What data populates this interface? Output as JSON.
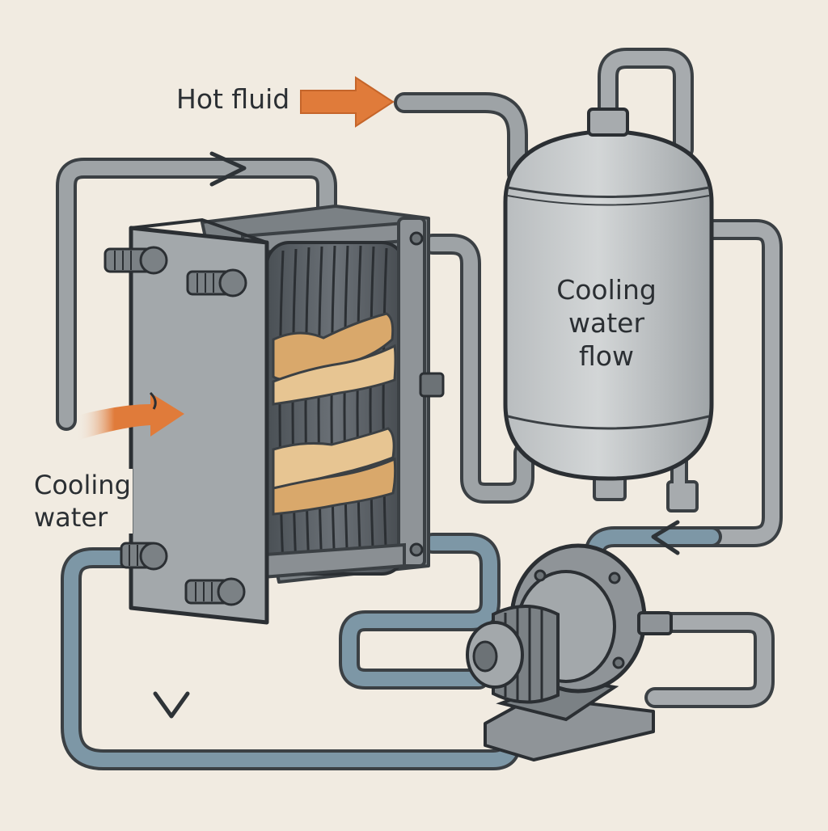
{
  "labels": {
    "hot_fluid": "Hot fluid",
    "cooling_water": [
      "Cooling",
      "water"
    ],
    "cooling_water_flow": [
      "Cooling",
      "water",
      "flow"
    ]
  },
  "colors": {
    "background": "#f1ebe1",
    "hot_arrow": "#e07b3a",
    "cold_pipe": "#7d97a6",
    "steel": "#9ea3a6",
    "outline": "#3b4044",
    "fouling": "#d9a86b"
  },
  "components": {
    "heat_exchanger": "plate-heat-exchanger-icon",
    "vessel": "vertical-tank-icon",
    "pump": "centrifugal-pump-icon"
  }
}
